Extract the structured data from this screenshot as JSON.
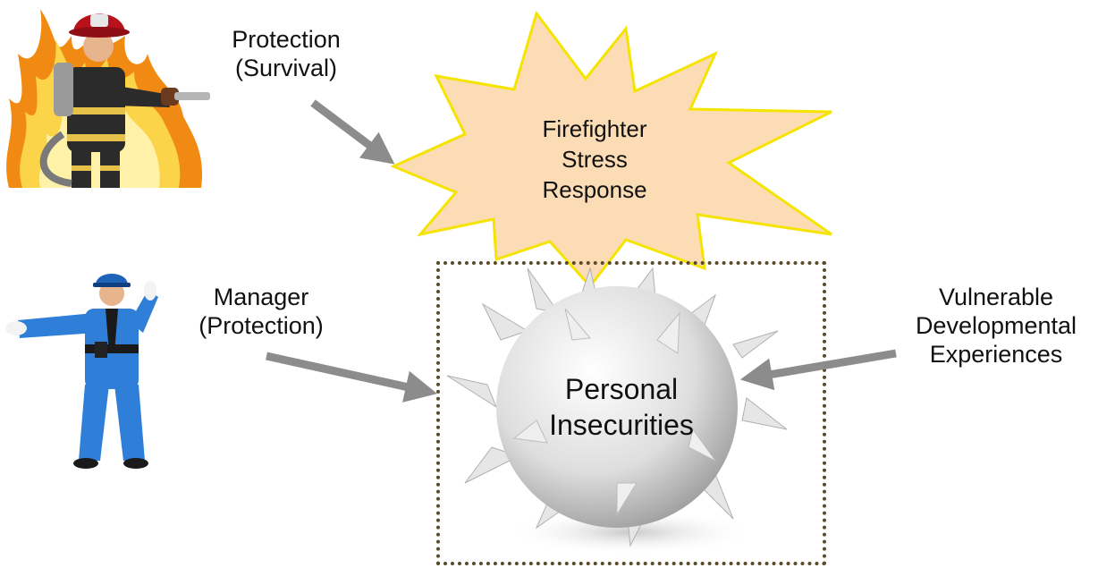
{
  "nodes": {
    "protection_survival": {
      "line1": "Protection",
      "line2": "(Survival)"
    },
    "firefighter_stress": {
      "line1": "Firefighter",
      "line2": "Stress",
      "line3": "Response"
    },
    "manager_protection": {
      "line1": "Manager",
      "line2": "(Protection)"
    },
    "personal_insecurities": {
      "line1": "Personal",
      "line2": "Insecurities"
    },
    "vulnerable_experiences": {
      "line1": "Vulnerable",
      "line2": "Developmental",
      "line3": "Experiences"
    }
  },
  "colors": {
    "burst_fill": "#fbdcb4",
    "burst_stroke": "#f5e400",
    "arrow": "#8c8c8c",
    "box_dots": "#5b4a2a",
    "ball": "#d9d9d9"
  },
  "icons": {
    "firefighter": "firefighter-illustration",
    "police": "police-officer-illustration",
    "spiked_ball": "spiked-ball-illustration"
  }
}
